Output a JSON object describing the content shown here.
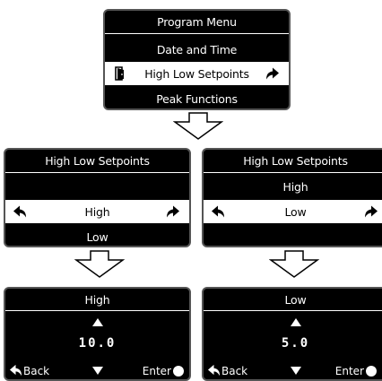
{
  "menu": {
    "title": "Program Menu",
    "items": [
      {
        "label": "Date and Time",
        "selected": false
      },
      {
        "label": "High Low Setpoints",
        "selected": true
      },
      {
        "label": "Peak Functions",
        "selected": false
      }
    ],
    "icons": {
      "left": "door-enter-icon",
      "right": "arrow-right-icon"
    }
  },
  "left_setpoints": {
    "title": "High Low Setpoints",
    "items": [
      {
        "label": "",
        "selected": false
      },
      {
        "label": "High",
        "selected": true
      },
      {
        "label": "Low",
        "selected": false
      }
    ]
  },
  "right_setpoints": {
    "title": "High Low Setpoints",
    "items": [
      {
        "label": "High",
        "selected": false
      },
      {
        "label": "Low",
        "selected": true
      },
      {
        "label": "",
        "selected": false
      }
    ]
  },
  "left_edit": {
    "title": "High",
    "value": "10.0",
    "back_label": "Back",
    "enter_label": "Enter"
  },
  "right_edit": {
    "title": "Low",
    "value": "5.0",
    "back_label": "Back",
    "enter_label": "Enter"
  },
  "colors": {
    "screen": "#000000",
    "text": "#ffffff",
    "highlight": "#ffffff",
    "bezel": "#555555"
  }
}
